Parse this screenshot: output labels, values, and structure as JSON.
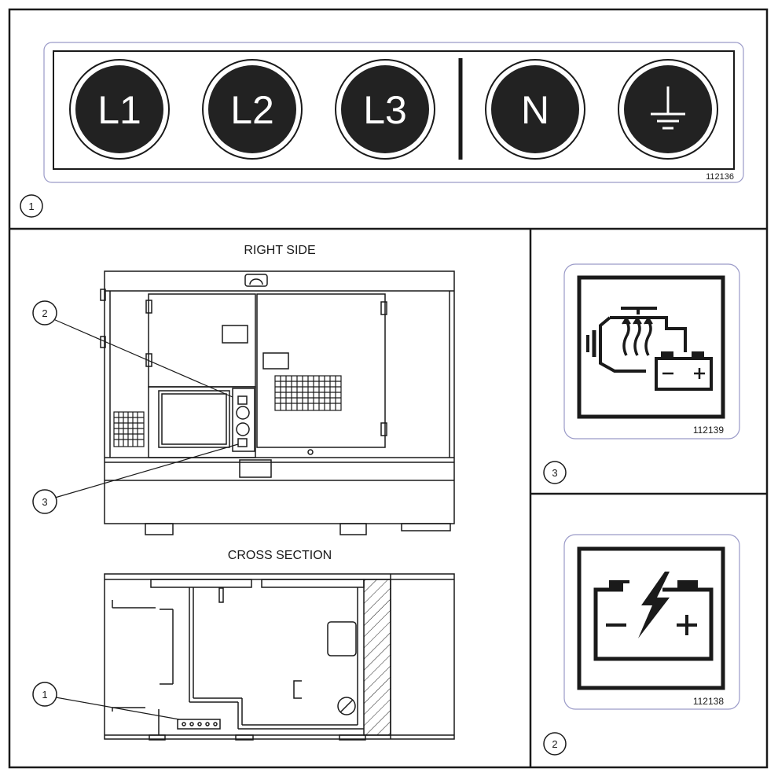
{
  "terminal_decal": {
    "code": "112136",
    "terminals": [
      {
        "label": "L1",
        "icon": ""
      },
      {
        "label": "L2",
        "icon": ""
      },
      {
        "label": "L3",
        "icon": ""
      },
      {
        "label": "N",
        "icon": ""
      },
      {
        "label": "",
        "icon": "ground-icon"
      }
    ],
    "callout": "1"
  },
  "right_side_view": {
    "title": "RIGHT SIDE",
    "callouts": [
      "2",
      "3"
    ]
  },
  "cross_section_view": {
    "title": "CROSS SECTION",
    "callouts": [
      "1"
    ]
  },
  "preheat_decal": {
    "code": "112139",
    "icon": "engine-preheat-battery-icon",
    "callout": "3"
  },
  "battery_decal": {
    "code": "112138",
    "icon": "battery-charge-icon",
    "callout": "2"
  },
  "colors": {
    "line": "#1a1a1a",
    "decal_border": "#9a9ac8",
    "terminal_fill": "#222222"
  }
}
